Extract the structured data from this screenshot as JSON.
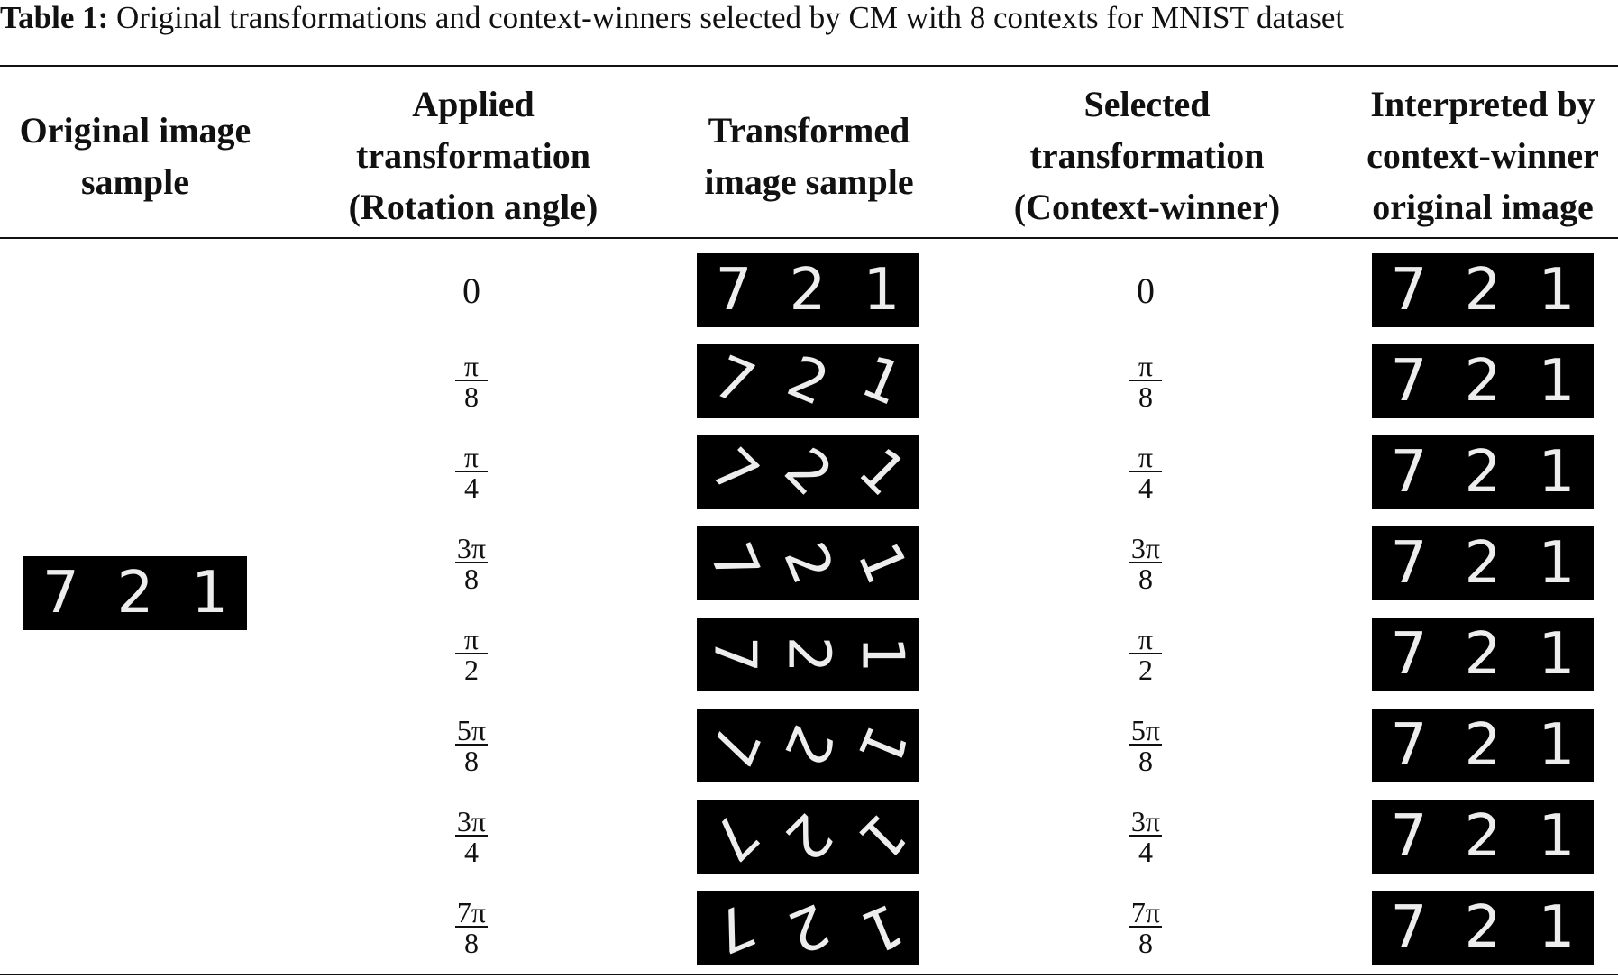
{
  "caption": {
    "label": "Table 1:",
    "text": " Original transformations and context-winners selected by CM with 8 contexts for MNIST dataset"
  },
  "headers": {
    "original": "Original image\nsample",
    "applied": "Applied\ntransformation\n(Rotation angle)",
    "transformed": "Transformed\nimage sample",
    "selected": "Selected\ntransformation\n(Context-winner)",
    "interpreted": "Interpreted by\ncontext-winner\noriginal image"
  },
  "original_digits": [
    "7",
    "2",
    "1"
  ],
  "rows": [
    {
      "applied": {
        "num": "0",
        "den": ""
      },
      "selected": {
        "num": "0",
        "den": ""
      },
      "rotation_deg": 0
    },
    {
      "applied": {
        "num": "π",
        "den": "8"
      },
      "selected": {
        "num": "π",
        "den": "8"
      },
      "rotation_deg": 22.5
    },
    {
      "applied": {
        "num": "π",
        "den": "4"
      },
      "selected": {
        "num": "π",
        "den": "4"
      },
      "rotation_deg": 45
    },
    {
      "applied": {
        "num": "3π",
        "den": "8"
      },
      "selected": {
        "num": "3π",
        "den": "8"
      },
      "rotation_deg": 67.5
    },
    {
      "applied": {
        "num": "π",
        "den": "2"
      },
      "selected": {
        "num": "π",
        "den": "2"
      },
      "rotation_deg": 90
    },
    {
      "applied": {
        "num": "5π",
        "den": "8"
      },
      "selected": {
        "num": "5π",
        "den": "8"
      },
      "rotation_deg": 112.5
    },
    {
      "applied": {
        "num": "3π",
        "den": "4"
      },
      "selected": {
        "num": "3π",
        "den": "4"
      },
      "rotation_deg": 135
    },
    {
      "applied": {
        "num": "7π",
        "den": "8"
      },
      "selected": {
        "num": "7π",
        "den": "8"
      },
      "rotation_deg": 157.5
    }
  ],
  "colors": {
    "image_background": "#000000",
    "digit_stroke": "#ededed",
    "rule": "#111111"
  }
}
